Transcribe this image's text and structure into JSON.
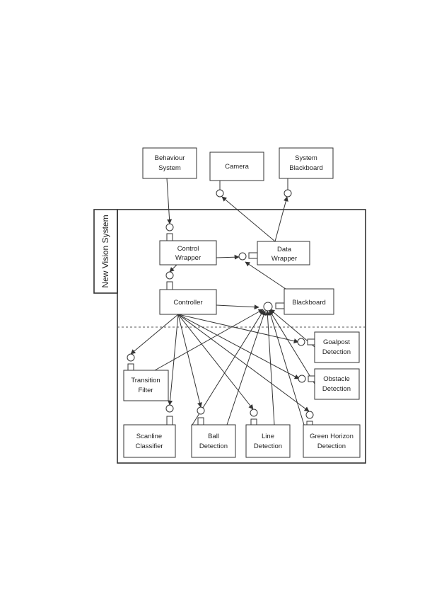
{
  "system_label": "New Vision System",
  "components": {
    "behaviour_system": [
      "Behaviour",
      "System"
    ],
    "camera": [
      "Camera"
    ],
    "system_blackboard": [
      "System",
      "Blackboard"
    ],
    "control_wrapper": [
      "Control",
      "Wrapper"
    ],
    "data_wrapper": [
      "Data",
      "Wrapper"
    ],
    "controller": [
      "Controller"
    ],
    "blackboard": [
      "Blackboard"
    ],
    "goalpost_detection": [
      "Goalpost",
      "Detection"
    ],
    "obstacle_detection": [
      "Obstacle",
      "Detection"
    ],
    "transition_filter": [
      "Transition",
      "Filter"
    ],
    "scanline_classifier": [
      "Scanline",
      "Classifier"
    ],
    "ball_detection": [
      "Ball",
      "Detection"
    ],
    "line_detection": [
      "Line",
      "Detection"
    ],
    "green_horizon_detection": [
      "Green Horizon",
      "Detection"
    ]
  }
}
